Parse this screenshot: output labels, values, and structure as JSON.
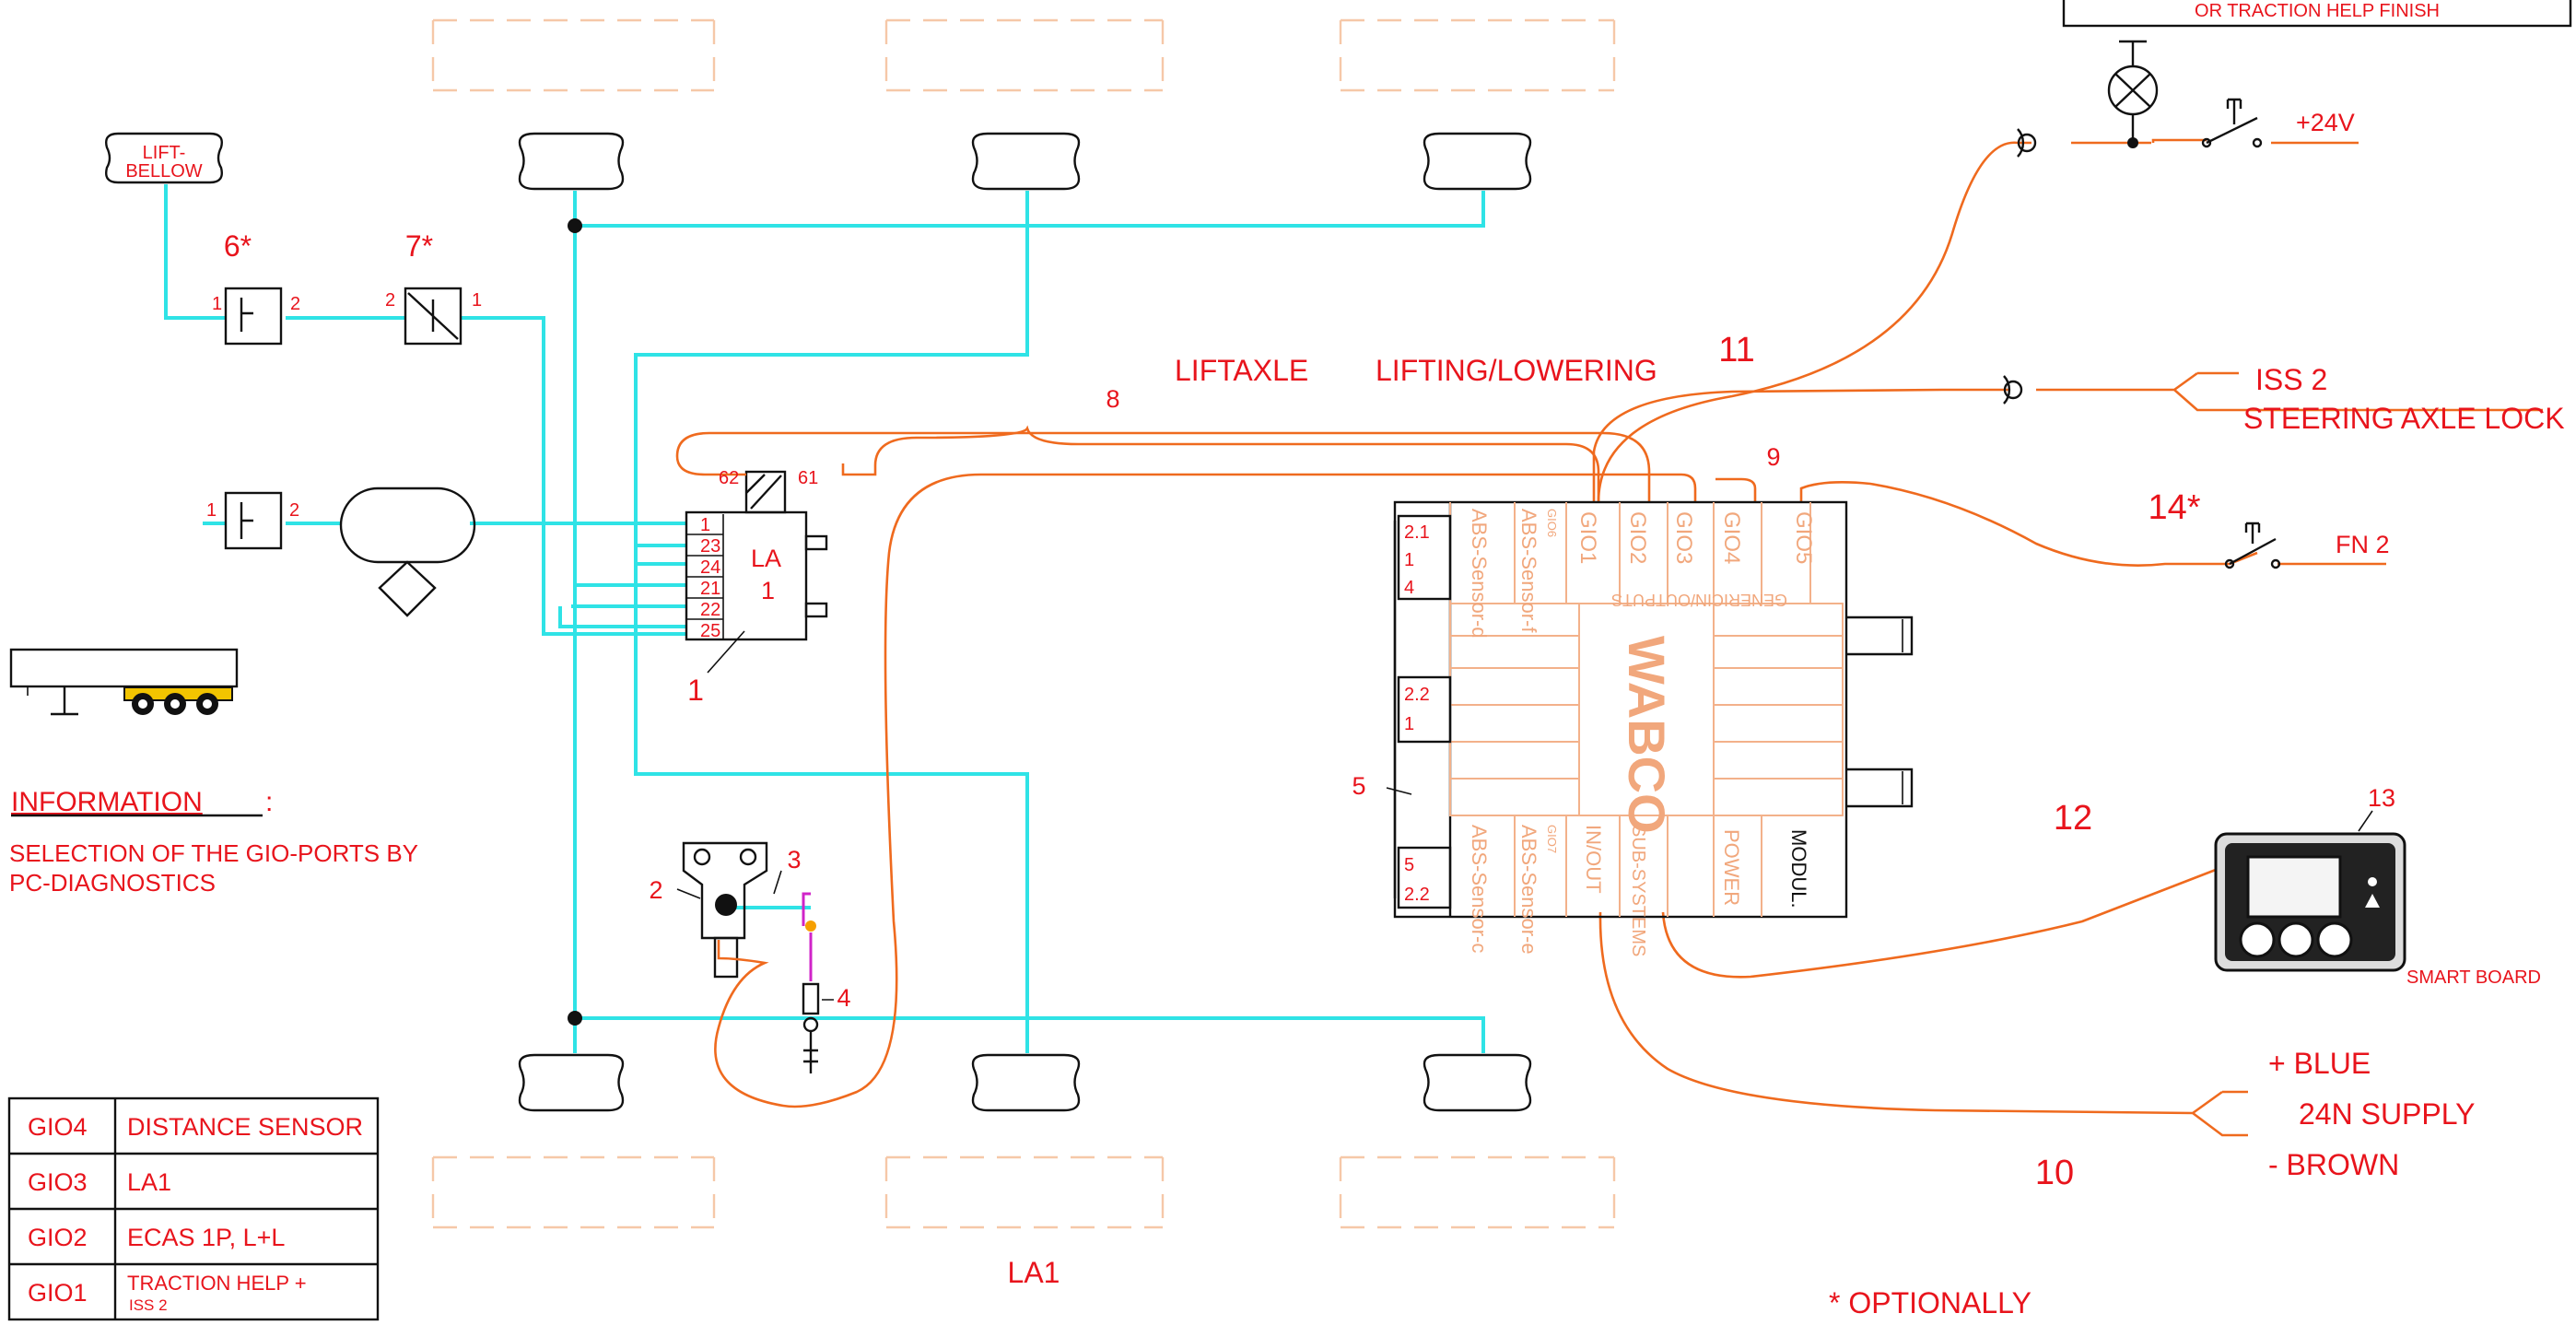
{
  "header_box": {
    "text": "OR TRACTION HELP FINISH"
  },
  "labels": {
    "lift_bellow_1": "LIFT-",
    "lift_bellow_2": "BELLOW",
    "v6": "6*",
    "v7": "7*",
    "port_1a": "1",
    "port_2a": "2",
    "port_2b": "2",
    "port_1b": "1",
    "port_1c": "1",
    "port_2c": "2",
    "la_62": "62",
    "la_61": "61",
    "la_p1": "1",
    "la_p23": "23",
    "la_p24": "24",
    "la_p21": "21",
    "la_p22": "22",
    "la_p25": "25",
    "la_name": "LA",
    "la_num": "1",
    "ref1": "1",
    "ref2": "2",
    "ref3": "3",
    "ref4": "4",
    "ref5": "5",
    "ref8": "8",
    "ref9": "9",
    "ref10": "10",
    "ref11": "11",
    "ref12": "12",
    "ref13": "13",
    "ref14": "14*",
    "liftaxle": "LIFTAXLE",
    "lifting_lowering": "LIFTING/LOWERING",
    "iss2": "ISS 2",
    "steering_lock": "STEERING AXLE LOCK",
    "fn2": "FN 2",
    "plus24v": "+24V",
    "smart_board": "SMART BOARD",
    "plus_blue": "+ BLUE",
    "supply": "24N SUPPLY",
    "minus_brown": "- BROWN",
    "la1_bottom": "LA1",
    "optionally": "* OPTIONALLY",
    "information": "INFORMATION",
    "info_colon": ":",
    "info_line1": "SELECTION OF THE GIO-PORTS BY",
    "info_line2": "PC-DIAGNOSTICS"
  },
  "ecu": {
    "left_ports": [
      "2.1",
      "1",
      "4",
      "2.2",
      "1",
      "5",
      "2.2"
    ],
    "top_ports": [
      "ABS-Sensor-d",
      "ABS-Sensor-f",
      "GIO1",
      "GIO2",
      "GIO3",
      "GIO4",
      "GIO5"
    ],
    "gio6": "GIO6",
    "inout_top": "IN/OUTPUTS",
    "generic": "GENERIC",
    "brand": "WABCO",
    "bottom_ports": [
      "ABS-Sensor-c",
      "ABS-Sensor-e",
      "IN/OUT",
      "SUB-SYSTEMS",
      "POWER",
      "MODUL."
    ],
    "gio7": "GIO7"
  },
  "gio_table": [
    {
      "port": "GIO4",
      "function": "DISTANCE SENSOR",
      "sub": ""
    },
    {
      "port": "GIO3",
      "function": "LA1",
      "sub": ""
    },
    {
      "port": "GIO2",
      "function": "ECAS 1P, L+L",
      "sub": ""
    },
    {
      "port": "GIO1",
      "function": "TRACTION HELP +",
      "sub": "ISS 2"
    }
  ],
  "colors": {
    "air_line": "#2fe3e6",
    "wire": "#ef6a1e",
    "label_red": "#e8141c",
    "ecu_outline": "#f3b18a",
    "trailer_wheels": "#f2c400"
  },
  "icons": [
    "lamp-icon",
    "switch-icon",
    "plug-icon",
    "trailer-icon",
    "smart-board-icon",
    "air-tank-icon",
    "valve-icon",
    "distance-sensor-icon"
  ]
}
